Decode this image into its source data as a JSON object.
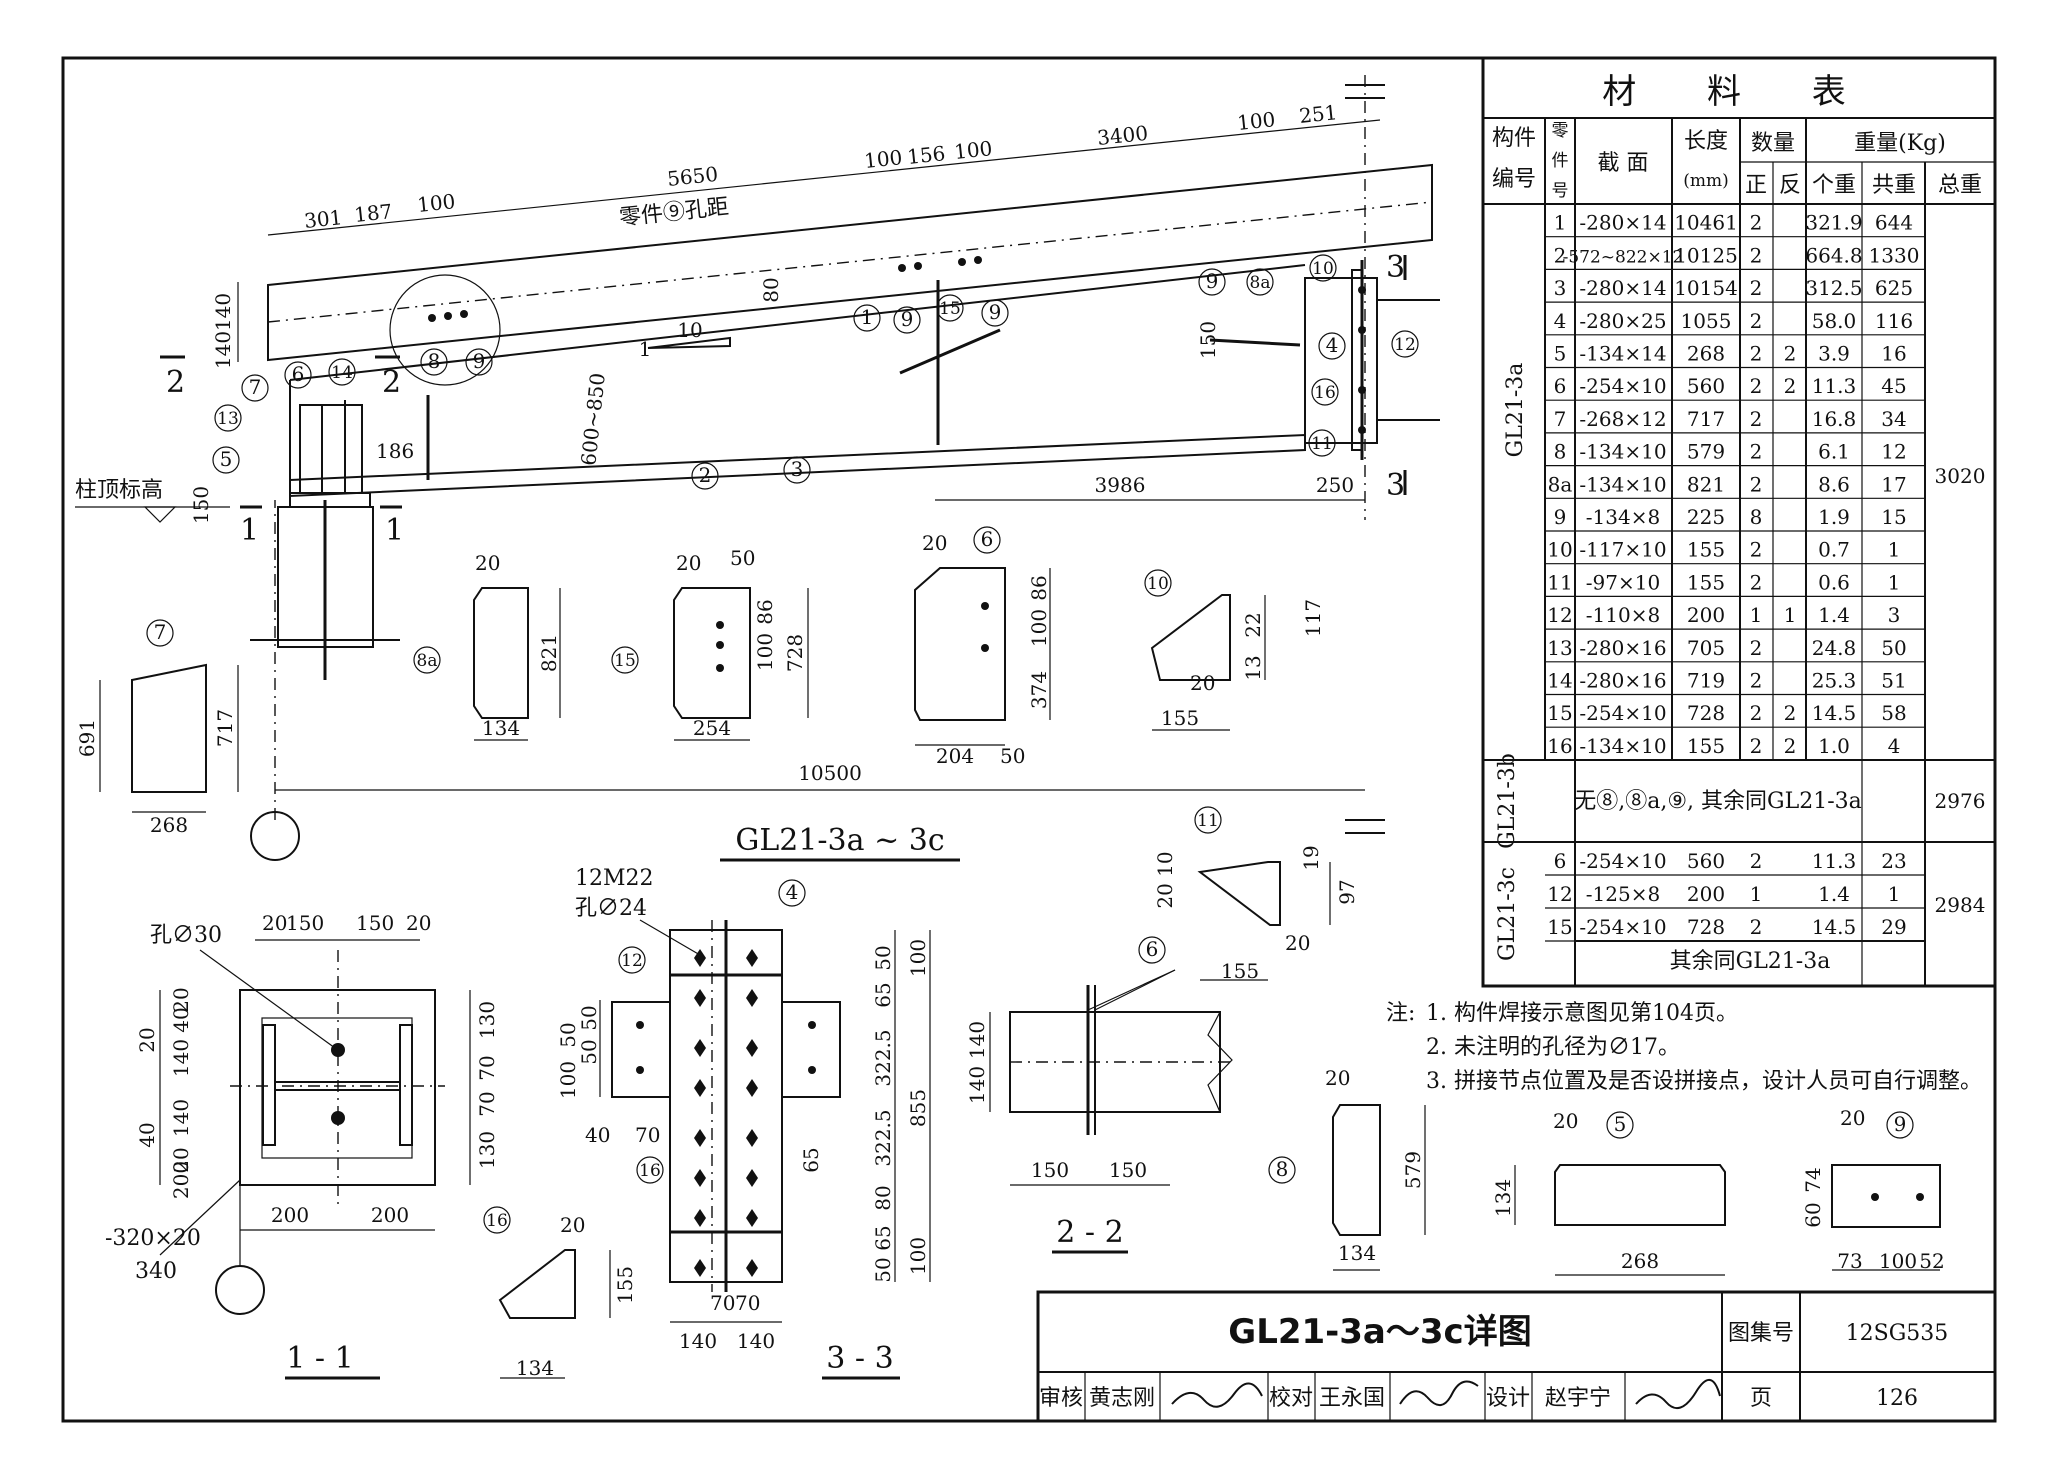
{
  "title_block": {
    "drawing_title": "GL21-3a～3c详图",
    "atlas_label": "图集号",
    "atlas_no": "12SG535",
    "page_label": "页",
    "page_no": "126",
    "review_label": "审核",
    "reviewer": "黄志刚",
    "check_label": "校对",
    "checker": "王永国",
    "design_label": "设计",
    "designer": "赵宇宁"
  },
  "material_table": {
    "title": "材 料 表",
    "headers": {
      "member_no": "构件编号",
      "part_no": "零件号",
      "section": "截 面",
      "length": "长度",
      "length_unit": "(mm)",
      "qty": "数量",
      "qty_pos": "正",
      "qty_neg": "反",
      "weight": "重量(Kg)",
      "w_each": "个重",
      "w_sum": "共重",
      "w_total": "总重"
    },
    "group_a": {
      "member": "GL21-3a",
      "total": "3020",
      "rows": [
        [
          "1",
          "-280×14",
          "10461",
          "2",
          "",
          "321.9",
          "644"
        ],
        [
          "2",
          "-572~822×12",
          "10125",
          "2",
          "",
          "664.8",
          "1330"
        ],
        [
          "3",
          "-280×14",
          "10154",
          "2",
          "",
          "312.5",
          "625"
        ],
        [
          "4",
          "-280×25",
          "1055",
          "2",
          "",
          "58.0",
          "116"
        ],
        [
          "5",
          "-134×14",
          "268",
          "2",
          "2",
          "3.9",
          "16"
        ],
        [
          "6",
          "-254×10",
          "560",
          "2",
          "2",
          "11.3",
          "45"
        ],
        [
          "7",
          "-268×12",
          "717",
          "2",
          "",
          "16.8",
          "34"
        ],
        [
          "8",
          "-134×10",
          "579",
          "2",
          "",
          "6.1",
          "12"
        ],
        [
          "8a",
          "-134×10",
          "821",
          "2",
          "",
          "8.6",
          "17"
        ],
        [
          "9",
          "-134×8",
          "225",
          "8",
          "",
          "1.9",
          "15"
        ],
        [
          "10",
          "-117×10",
          "155",
          "2",
          "",
          "0.7",
          "1"
        ],
        [
          "11",
          "-97×10",
          "155",
          "2",
          "",
          "0.6",
          "1"
        ],
        [
          "12",
          "-110×8",
          "200",
          "1",
          "1",
          "1.4",
          "3"
        ],
        [
          "13",
          "-280×16",
          "705",
          "2",
          "",
          "24.8",
          "50"
        ],
        [
          "14",
          "-280×16",
          "719",
          "2",
          "",
          "25.3",
          "51"
        ],
        [
          "15",
          "-254×10",
          "728",
          "2",
          "2",
          "14.5",
          "58"
        ],
        [
          "16",
          "-134×10",
          "155",
          "2",
          "2",
          "1.0",
          "4"
        ]
      ]
    },
    "group_b": {
      "member": "GL21-3b",
      "note": "无⑧,⑧a,⑨, 其余同GL21-3a",
      "total": "2976"
    },
    "group_c": {
      "member": "GL21-3c",
      "total": "2984",
      "rows": [
        [
          "6",
          "-254×10",
          "560",
          "2",
          "",
          "11.3",
          "23"
        ],
        [
          "12",
          "-125×8",
          "200",
          "1",
          "",
          "1.4",
          "1"
        ],
        [
          "15",
          "-254×10",
          "728",
          "2",
          "",
          "14.5",
          "29"
        ]
      ],
      "note": "其余同GL21-3a"
    }
  },
  "notes": {
    "prefix": "注:",
    "items": [
      "1. 构件焊接示意图见第104页。",
      "2. 未注明的孔径为∅17。",
      "3. 拼接节点位置及是否设拼接点，设计人员可自行调整。"
    ]
  },
  "elevation": {
    "title": "GL21-3a ~ 3c",
    "column_top_label": "柱顶标高",
    "hole_spacing_label": "零件⑨孔距",
    "dims": {
      "d301": "301",
      "d187": "187",
      "d100a": "100",
      "d5650": "5650",
      "d100b": "100",
      "d156": "156",
      "d100c": "100",
      "d3400": "3400",
      "d100d": "100",
      "d251": "251",
      "d140a": "140",
      "d140b": "140",
      "d80": "80",
      "slope": "10",
      "slope_1": "1",
      "depth": "600~850",
      "d186": "186",
      "d150": "150",
      "d150b": "150",
      "d3986": "3986",
      "d250": "250",
      "d10500": "10500"
    },
    "sections": {
      "s1": "1",
      "s2": "2",
      "s3": "3"
    }
  },
  "parts": {
    "p7": {
      "w": "268",
      "h1": "691",
      "h2": "717"
    },
    "p8a": {
      "w": "134",
      "h": "821",
      "c": "20"
    },
    "p15": {
      "w": "254",
      "h": "728",
      "c1": "20",
      "c2": "50",
      "d1": "86",
      "d2": "100"
    },
    "p6": {
      "w": "204",
      "w2": "50",
      "h": "374",
      "d1": "86",
      "d2": "100",
      "c": "20"
    },
    "p10": {
      "w": "155",
      "h": "117",
      "a": "22",
      "b": "13",
      "c": "20"
    },
    "p11": {
      "w": "155",
      "h": "97",
      "a": "19",
      "b": "20",
      "c": "20 10"
    },
    "p16": {
      "w": "134",
      "h": "155",
      "c": "20"
    },
    "p8": {
      "w": "134",
      "h": "579",
      "c": "20"
    },
    "p5": {
      "w": "268",
      "h": "134",
      "c": "20"
    },
    "p9": {
      "w1": "73",
      "w2": "100",
      "w3": "52",
      "h1": "60",
      "h2": "74",
      "c": "20"
    }
  },
  "section_11": {
    "title": "1 - 1",
    "hole": "孔∅30",
    "plate": "-320×20",
    "w340": "340",
    "dims": [
      "20",
      "150",
      "150",
      "20",
      "200",
      "200",
      "20",
      "40",
      "140",
      "140",
      "20",
      "40",
      "200",
      "200",
      "130",
      "70",
      "70",
      "130"
    ]
  },
  "section_22": {
    "title": "2 - 2",
    "dims": [
      "140",
      "140",
      "150",
      "150"
    ]
  },
  "section_33": {
    "title": "3 - 3",
    "bolts": "12M22",
    "hole": "孔∅24",
    "dims": [
      "50",
      "100",
      "65",
      "50",
      "322.5",
      "322.5",
      "855",
      "80",
      "65",
      "50",
      "100",
      "40",
      "70",
      "65",
      "70",
      "70",
      "140",
      "140",
      "50",
      "50",
      "50",
      "100",
      "50"
    ]
  },
  "part_labels": [
    "1",
    "2",
    "3",
    "4",
    "5",
    "6",
    "7",
    "8",
    "8a",
    "9",
    "10",
    "11",
    "12",
    "13",
    "14",
    "15",
    "16"
  ]
}
